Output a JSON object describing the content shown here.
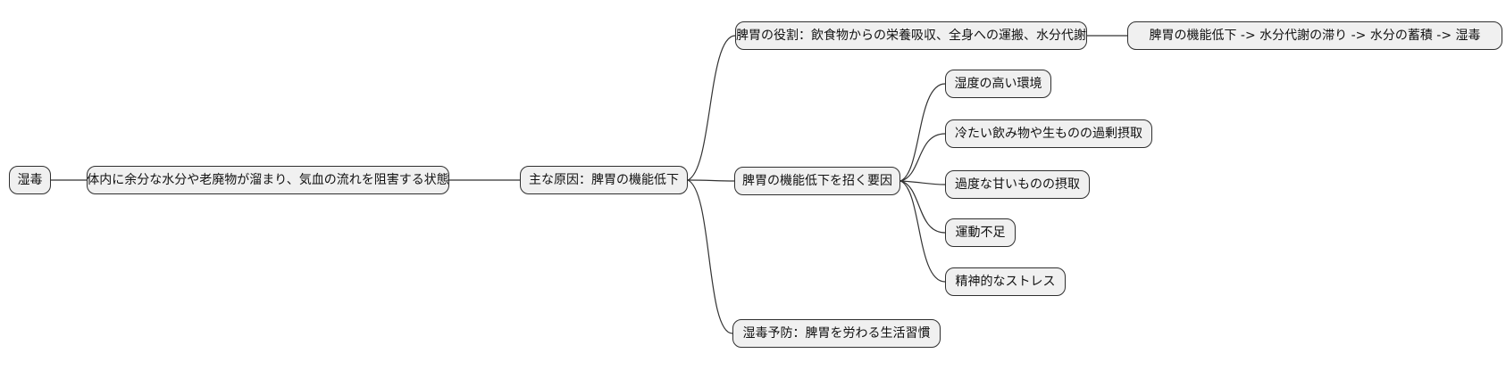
{
  "diagram": {
    "type": "mindmap",
    "orientation": "left-to-right",
    "colors": {
      "canvas_bg": "#ffffff",
      "node_fill": "#f0f0f0",
      "node_border": "#2f2f2f",
      "connector": "#333333",
      "text": "#111111"
    }
  },
  "tree": {
    "label": "湿毒",
    "children": [
      {
        "label": "体内に余分な水分や老廃物が溜まり、気血の流れを阻害する状態",
        "children": [
          {
            "label": "主な原因：脾胃の機能低下",
            "children": [
              {
                "label": "脾胃の役割：飲食物からの栄養吸収、全身への運搬、水分代謝",
                "children": [
                  {
                    "label": "脾胃の機能低下 -> 水分代謝の滞り -> 水分の蓄積 -> 湿毒"
                  }
                ]
              },
              {
                "label": "脾胃の機能低下を招く要因",
                "children": [
                  {
                    "label": "湿度の高い環境"
                  },
                  {
                    "label": "冷たい飲み物や生ものの過剰摂取"
                  },
                  {
                    "label": "過度な甘いものの摂取"
                  },
                  {
                    "label": "運動不足"
                  },
                  {
                    "label": "精神的なストレス"
                  }
                ]
              },
              {
                "label": "湿毒予防：脾胃を労わる生活習慣"
              }
            ]
          }
        ]
      }
    ]
  }
}
